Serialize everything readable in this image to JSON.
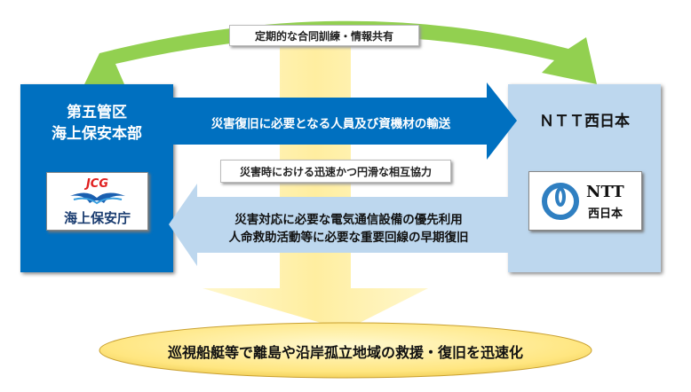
{
  "top_label": "定期的な合同訓練・情報共有",
  "middle_label": "災害時における迅速かつ円滑な相互協力",
  "left_org": {
    "line1": "第五管区",
    "line2": "海上保安本部",
    "logo_text": "JCG",
    "logo_caption": "海上保安庁"
  },
  "right_org": {
    "name": "ＮＴＴ西日本",
    "logo_text": "NTT",
    "logo_caption": "西日本"
  },
  "right_arrow_text": "災害復旧に必要となる人員及び資機材の輸送",
  "left_arrow_text": [
    "災害対応に必要な電気通信設備の優先利用",
    "人命救助活動等に必要な重要回線の早期復旧"
  ],
  "outcome": "巡視船艇等で離島や沿岸孤立地域の救援・復旧を迅速化",
  "colors": {
    "dark_blue": "#0070c0",
    "light_blue": "#bdd7ee",
    "green": "#92d050",
    "yellow": "#fff2a8"
  }
}
